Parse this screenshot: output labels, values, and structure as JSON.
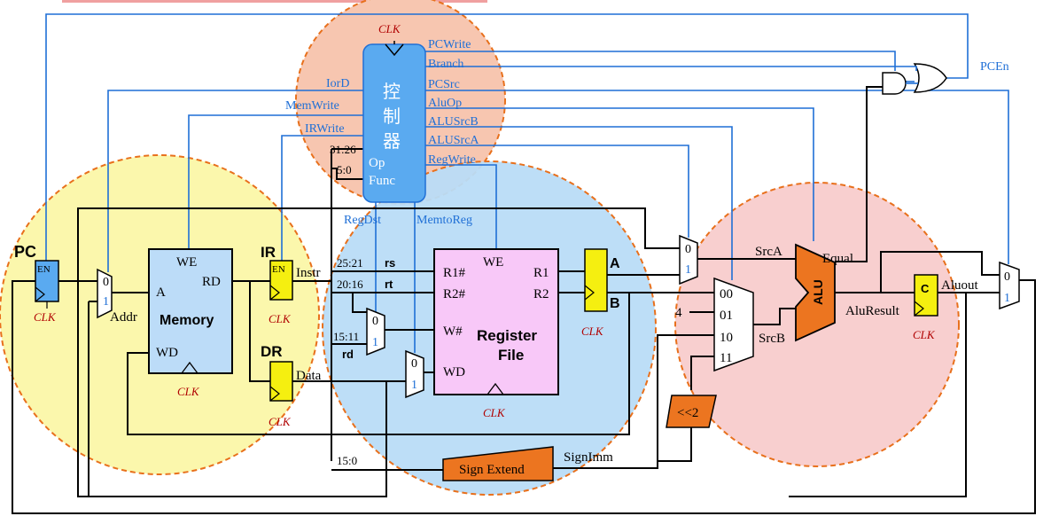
{
  "colors": {
    "control_zone": "#f7c6b0",
    "memory_zone": "#fbf7a8",
    "regfile_zone": "#b9dcf7",
    "alu_zone": "#f8cccc",
    "dashed_border": "#e8701c",
    "control_signal": "#1f6fd6",
    "controller_fill": "#5aaaf0",
    "memory_fill": "#bcdcf8",
    "regfile_fill": "#f8c8f8",
    "latch_fill": "#f5ef10",
    "alu_fill": "#ec7520",
    "clk_text": "#b00000"
  },
  "controller": {
    "title_chars": [
      "控",
      "制",
      "器"
    ],
    "op": "Op",
    "func": "Func",
    "clk": "CLK",
    "outputs": [
      "PCWrite",
      "Branch",
      "PCSrc",
      "AluOp",
      "ALUSrcB",
      "ALUSrcA",
      "RegWrite"
    ],
    "left_outputs": [
      "IorD",
      "MemWrite",
      "IRWrite"
    ],
    "bottom_outputs": [
      "RegDst",
      "MemtoReg"
    ],
    "op_bits": "31:26",
    "func_bits": "5:0"
  },
  "pc": {
    "label": "PC",
    "en": "EN",
    "clk": "CLK",
    "en_signal": "PCEn"
  },
  "mux_iord": {
    "in0": "0",
    "in1": "1",
    "out_label": "Addr"
  },
  "memory": {
    "title": "Memory",
    "we": "WE",
    "a": "A",
    "rd": "RD",
    "wd": "WD",
    "clk": "CLK"
  },
  "ir": {
    "label": "IR",
    "en": "EN",
    "clk": "CLK",
    "out_label": "Instr"
  },
  "dr": {
    "label": "DR",
    "clk": "CLK",
    "out_label": "Data"
  },
  "fields": {
    "rs_bits": "25:21",
    "rs": "rs",
    "rt_bits": "20:16",
    "rt": "rt",
    "rd_bits": "15:11",
    "rd": "rd",
    "imm_bits": "15:0"
  },
  "mux_regdst": {
    "in0": "0",
    "in1": "1"
  },
  "mux_memtoreg": {
    "in0": "0",
    "in1": "1"
  },
  "regfile": {
    "title_line1": "Register",
    "title_line2": "File",
    "we": "WE",
    "r1a": "R1#",
    "r2a": "R2#",
    "wa": "W#",
    "wd": "WD",
    "r1": "R1",
    "r2": "R2",
    "clk": "CLK"
  },
  "reg_a": {
    "label": "A"
  },
  "reg_b": {
    "label": "B",
    "clk": "CLK"
  },
  "mux_srca": {
    "in0": "0",
    "in1": "1",
    "out_label": "SrcA"
  },
  "mux_srcb": {
    "inputs": [
      "00",
      "01",
      "10",
      "11"
    ],
    "const": "4",
    "out_label": "SrcB"
  },
  "shifter": {
    "label": "<<2"
  },
  "sign_extend": {
    "label": "Sign Extend",
    "out_label": "SignImm"
  },
  "alu": {
    "label": "ALU",
    "equal": "Equal",
    "result": "AluResult"
  },
  "aluout": {
    "label": "C",
    "name": "Aluout",
    "clk": "CLK"
  },
  "mux_pcsrc": {
    "in0": "0",
    "in1": "1"
  }
}
